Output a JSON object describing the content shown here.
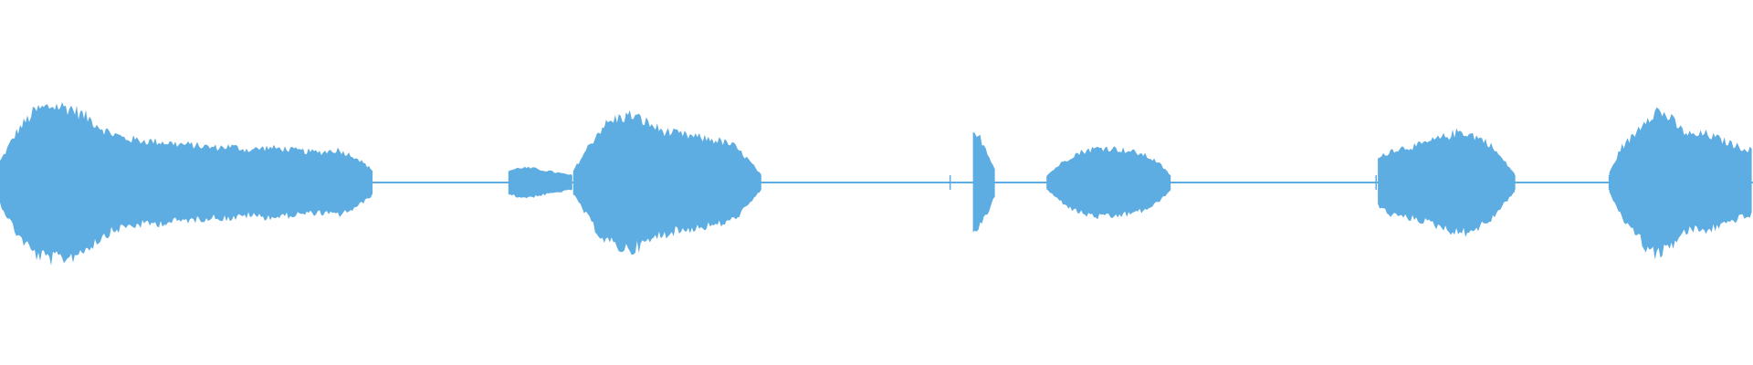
{
  "waveform": {
    "color": "#5dade2",
    "background": "#ffffff",
    "segments": [
      {
        "start": 0.0,
        "end": 0.213,
        "env": [
          0.18,
          0.45,
          0.62,
          0.66,
          0.64,
          0.55,
          0.44,
          0.38,
          0.36,
          0.35,
          0.33,
          0.32,
          0.3,
          0.31,
          0.28,
          0.3,
          0.29,
          0.27,
          0.26,
          0.28,
          0.22,
          0.1
        ]
      },
      {
        "start": 0.29,
        "end": 0.327,
        "env": [
          0.1,
          0.13,
          0.12,
          0.1,
          0.08,
          0.06
        ]
      },
      {
        "start": 0.327,
        "end": 0.435,
        "env": [
          0.1,
          0.3,
          0.48,
          0.55,
          0.58,
          0.52,
          0.45,
          0.42,
          0.4,
          0.38,
          0.36,
          0.32,
          0.2,
          0.05
        ]
      },
      {
        "start": 0.555,
        "end": 0.568,
        "env": [
          0.4,
          0.38,
          0.25,
          0.1
        ]
      },
      {
        "start": 0.597,
        "end": 0.668,
        "env": [
          0.06,
          0.16,
          0.24,
          0.28,
          0.3,
          0.29,
          0.27,
          0.24,
          0.18,
          0.06
        ]
      },
      {
        "start": 0.786,
        "end": 0.865,
        "env": [
          0.2,
          0.28,
          0.3,
          0.32,
          0.36,
          0.4,
          0.44,
          0.4,
          0.34,
          0.2,
          0.06
        ]
      },
      {
        "start": 0.918,
        "end": 1.0,
        "env": [
          0.08,
          0.3,
          0.4,
          0.55,
          0.62,
          0.56,
          0.45,
          0.4,
          0.42,
          0.38,
          0.34,
          0.3,
          0.28
        ]
      }
    ],
    "spikes": [
      0.542,
      0.785,
      0.864,
      0.918
    ]
  }
}
